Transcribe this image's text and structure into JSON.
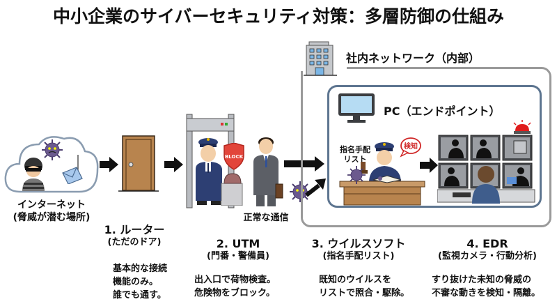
{
  "title": "中小企業のサイバーセキュリティ対策：多層防御の仕組み",
  "internet": {
    "label": "インターネット",
    "sublabel": "(脅威が潜む場所)",
    "icons": [
      "cloud-icon",
      "thief-icon",
      "virus-icon",
      "phishing-email-icon"
    ]
  },
  "internal_network": {
    "label": "社内ネットワーク（内部）",
    "icon": "office-building-icon"
  },
  "endpoint": {
    "label": "PC（エンドポイント）",
    "icon": "monitor-icon"
  },
  "normal_traffic_label": "正常な通信",
  "utm_shield_label": "BLOCK",
  "antivirus_list_label": [
    "指名手配",
    "リスト"
  ],
  "detect_bubble_label": "検知",
  "layers": [
    {
      "title": "1. ルーター",
      "subtitle": "(ただのドア)",
      "description": [
        "基本的な接続",
        "機能のみ。",
        "誰でも通す。"
      ],
      "icon": "door-icon"
    },
    {
      "title": "2. UTM",
      "subtitle": "(門番・警備員)",
      "description": [
        "出入口で荷物検査。",
        "危険物をブロック。"
      ],
      "icon": "security-guard-gate-icon"
    },
    {
      "title": "3. ウイルスソフト",
      "subtitle": "(指名手配リスト)",
      "description": [
        "既知のウイルスを",
        "リストで照合・駆除。"
      ],
      "icon": "police-desk-icon"
    },
    {
      "title": "4. EDR",
      "subtitle": "(監視カメラ・行動分析)",
      "description": [
        "すり抜けた未知の脅威の",
        "不審な動きを検知・隔離。"
      ],
      "icon": "surveillance-monitors-icon"
    }
  ],
  "colors": {
    "outer_border": "#9a9a9a",
    "inner_border": "#5d7590",
    "door": "#b8844e",
    "virus": "#6b5a8e",
    "shield": "#e2453a",
    "uniform": "#2d3f73",
    "alarm": "#e01c1c"
  }
}
